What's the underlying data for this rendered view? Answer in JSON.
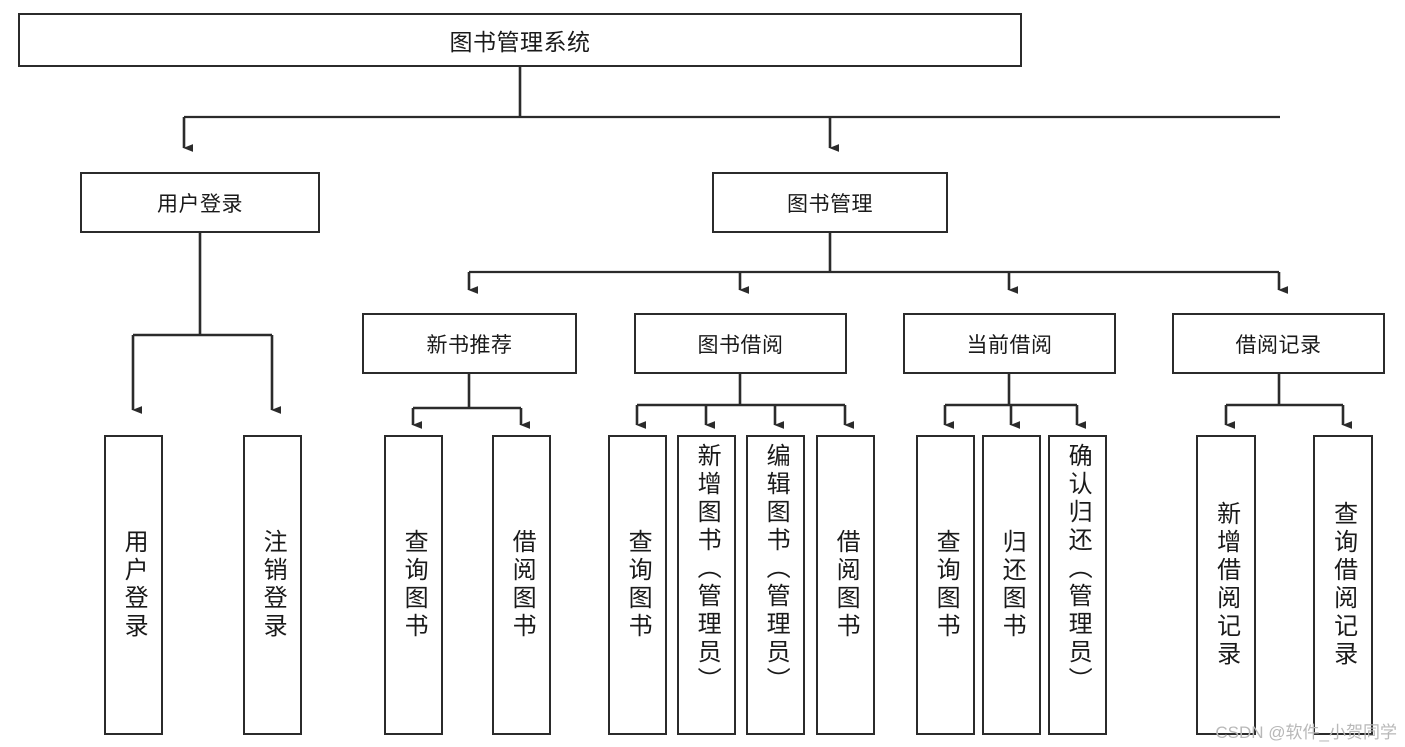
{
  "diagram": {
    "title": "图书管理系统",
    "type": "tree-hierarchy",
    "watermark": "CSDN @软件_小贺同学",
    "colors": {
      "stroke": "#2b2b2b",
      "box_fill": "#ffffff",
      "text": "#1a1a1a",
      "watermark": "#b8b8b8",
      "background": "#ffffff"
    },
    "nodes": {
      "root": {
        "label": "图书管理系统"
      },
      "level2": [
        {
          "id": "user-login",
          "label": "用户登录"
        },
        {
          "id": "book-manage",
          "label": "图书管理"
        }
      ],
      "level3": [
        {
          "id": "new-book-rec",
          "label": "新书推荐"
        },
        {
          "id": "book-borrow",
          "label": "图书借阅"
        },
        {
          "id": "current-borrow",
          "label": "当前借阅"
        },
        {
          "id": "borrow-record",
          "label": "借阅记录"
        }
      ],
      "leaves": {
        "user-login": [
          {
            "id": "leaf-user-login",
            "label": "用户登录"
          },
          {
            "id": "leaf-logout",
            "label": "注销登录"
          }
        ],
        "new-book-rec": [
          {
            "id": "leaf-query-book-1",
            "label": "查询图书"
          },
          {
            "id": "leaf-borrow-book-1",
            "label": "借阅图书"
          }
        ],
        "book-borrow": [
          {
            "id": "leaf-query-book-2",
            "label": "查询图书"
          },
          {
            "id": "leaf-add-book",
            "label": "新增图书（管理员）"
          },
          {
            "id": "leaf-edit-book",
            "label": "编辑图书（管理员）"
          },
          {
            "id": "leaf-borrow-book-2",
            "label": "借阅图书"
          }
        ],
        "current-borrow": [
          {
            "id": "leaf-query-book-3",
            "label": "查询图书"
          },
          {
            "id": "leaf-return-book",
            "label": "归还图书"
          },
          {
            "id": "leaf-confirm-return",
            "label": "确认归还（管理员）"
          }
        ],
        "borrow-record": [
          {
            "id": "leaf-add-record",
            "label": "新增借阅记录"
          },
          {
            "id": "leaf-query-record",
            "label": "查询借阅记录"
          }
        ]
      }
    }
  }
}
